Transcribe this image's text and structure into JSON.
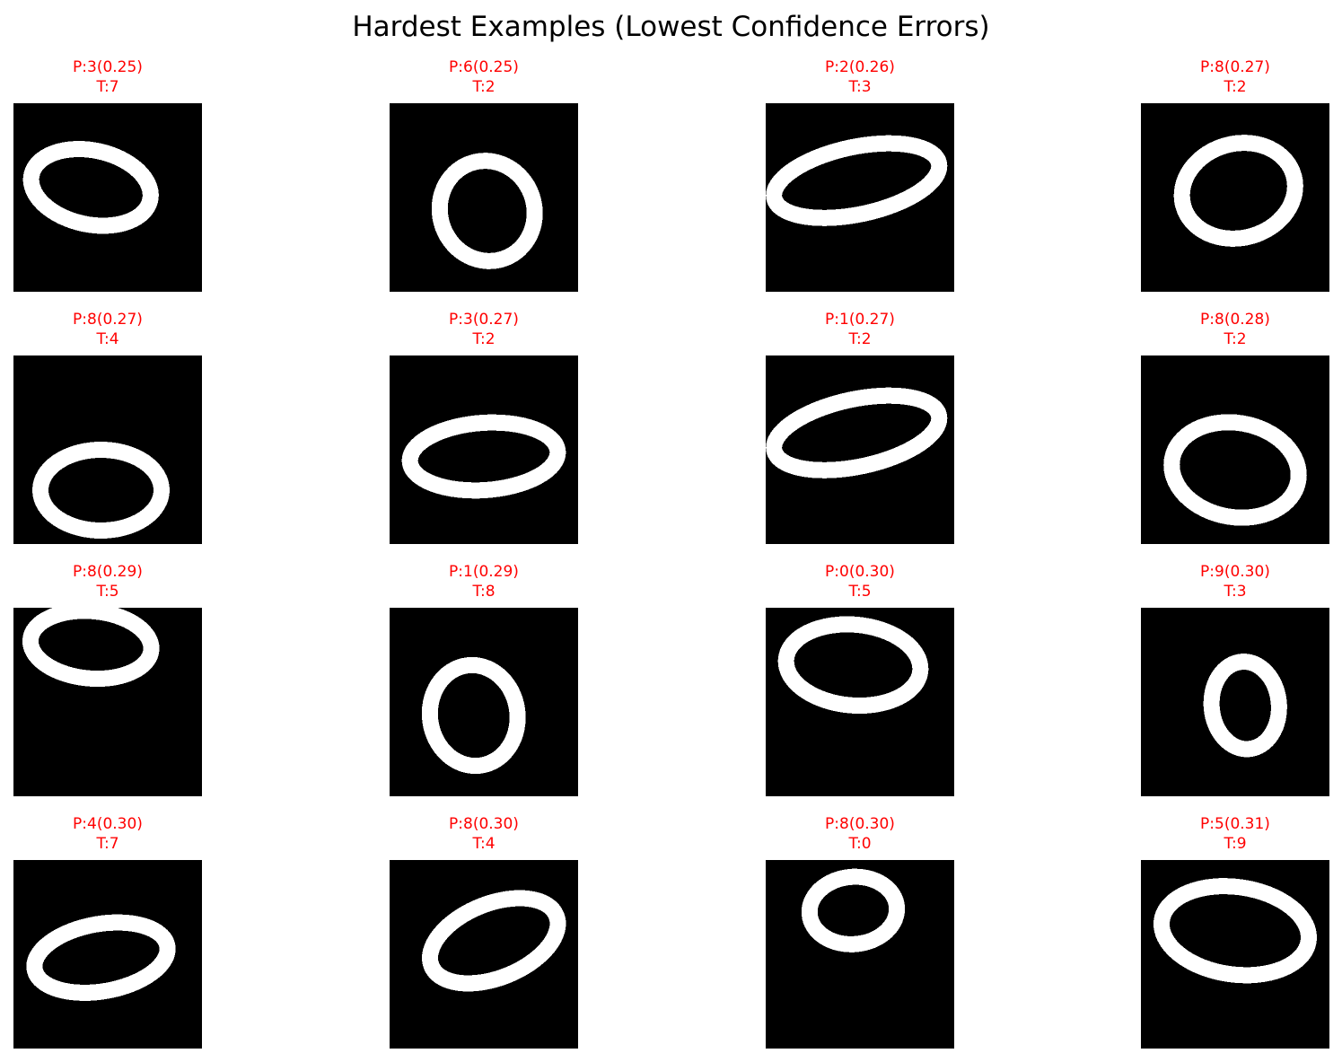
{
  "title": "Hardest Examples (Lowest Confidence Errors)",
  "colors": {
    "caption": "#ff0000",
    "background": "#000000",
    "stroke": "#ffffff"
  },
  "examples": [
    {
      "pred": "P:3(0.25)",
      "true": "T:7",
      "shape": "loop-wide-tilt",
      "symbol": "3",
      "confidence": 0.25,
      "true_label": "7"
    },
    {
      "pred": "P:6(0.25)",
      "true": "T:2",
      "shape": "loop-small-low",
      "symbol": "6",
      "confidence": 0.25,
      "true_label": "2"
    },
    {
      "pred": "P:2(0.26)",
      "true": "T:3",
      "shape": "loop-long-diag",
      "symbol": "2",
      "confidence": 0.26,
      "true_label": "3"
    },
    {
      "pred": "P:8(0.27)",
      "true": "T:2",
      "shape": "loop-round",
      "symbol": "8",
      "confidence": 0.27,
      "true_label": "2"
    },
    {
      "pred": "P:8(0.27)",
      "true": "T:4",
      "shape": "loop-low",
      "symbol": "8",
      "confidence": 0.27,
      "true_label": "4"
    },
    {
      "pred": "P:3(0.27)",
      "true": "T:2",
      "shape": "loop-flat",
      "symbol": "3",
      "confidence": 0.27,
      "true_label": "2"
    },
    {
      "pred": "P:1(0.27)",
      "true": "T:2",
      "shape": "loop-long-diag",
      "symbol": "1",
      "confidence": 0.27,
      "true_label": "2"
    },
    {
      "pred": "P:8(0.28)",
      "true": "T:2",
      "shape": "loop-round-low",
      "symbol": "8",
      "confidence": 0.28,
      "true_label": "2"
    },
    {
      "pred": "P:8(0.29)",
      "true": "T:5",
      "shape": "loop-top",
      "symbol": "8",
      "confidence": 0.29,
      "true_label": "5"
    },
    {
      "pred": "P:1(0.29)",
      "true": "T:8",
      "shape": "loop-tall",
      "symbol": "1",
      "confidence": 0.29,
      "true_label": "8"
    },
    {
      "pred": "P:0(0.30)",
      "true": "T:5",
      "shape": "loop-top-wide",
      "symbol": "0",
      "confidence": 0.3,
      "true_label": "5"
    },
    {
      "pred": "P:9(0.30)",
      "true": "T:3",
      "shape": "loop-tall-small",
      "symbol": "9",
      "confidence": 0.3,
      "true_label": "3"
    },
    {
      "pred": "P:4(0.30)",
      "true": "T:7",
      "shape": "loop-low-flat",
      "symbol": "4",
      "confidence": 0.3,
      "true_label": "7"
    },
    {
      "pred": "P:8(0.30)",
      "true": "T:4",
      "shape": "loop-diag",
      "symbol": "8",
      "confidence": 0.3,
      "true_label": "4"
    },
    {
      "pred": "P:8(0.30)",
      "true": "T:0",
      "shape": "loop-top-small",
      "symbol": "8",
      "confidence": 0.3,
      "true_label": "0"
    },
    {
      "pred": "P:5(0.31)",
      "true": "T:9",
      "shape": "loop-wide",
      "symbol": "5",
      "confidence": 0.31,
      "true_label": "9"
    }
  ]
}
